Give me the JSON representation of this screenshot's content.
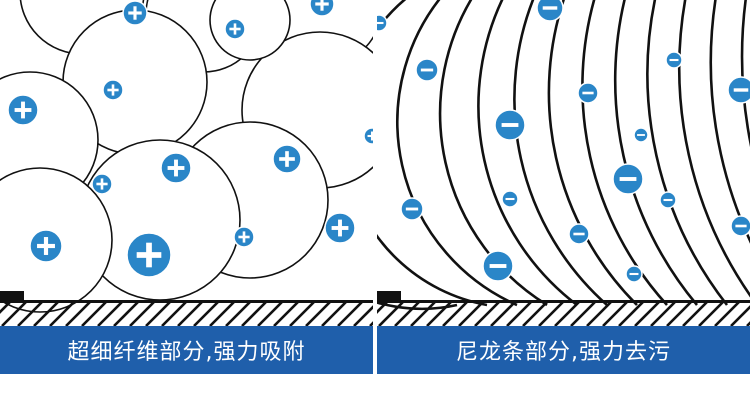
{
  "colors": {
    "caption_background": "#1f5fab",
    "caption_text": "#ffffff",
    "charge_fill": "#2a86c8",
    "charge_symbol": "#ffffff",
    "line": "#111111",
    "background": "#ffffff"
  },
  "panels": [
    {
      "caption": "超细纤维部分,强力吸附",
      "charge_type": "positive",
      "charge_icon": "plus-circle-icon",
      "material": "fiber-circles"
    },
    {
      "caption": "尼龙条部分,强力去污",
      "charge_type": "negative",
      "charge_icon": "minus-circle-icon",
      "material": "curved-strands"
    }
  ]
}
